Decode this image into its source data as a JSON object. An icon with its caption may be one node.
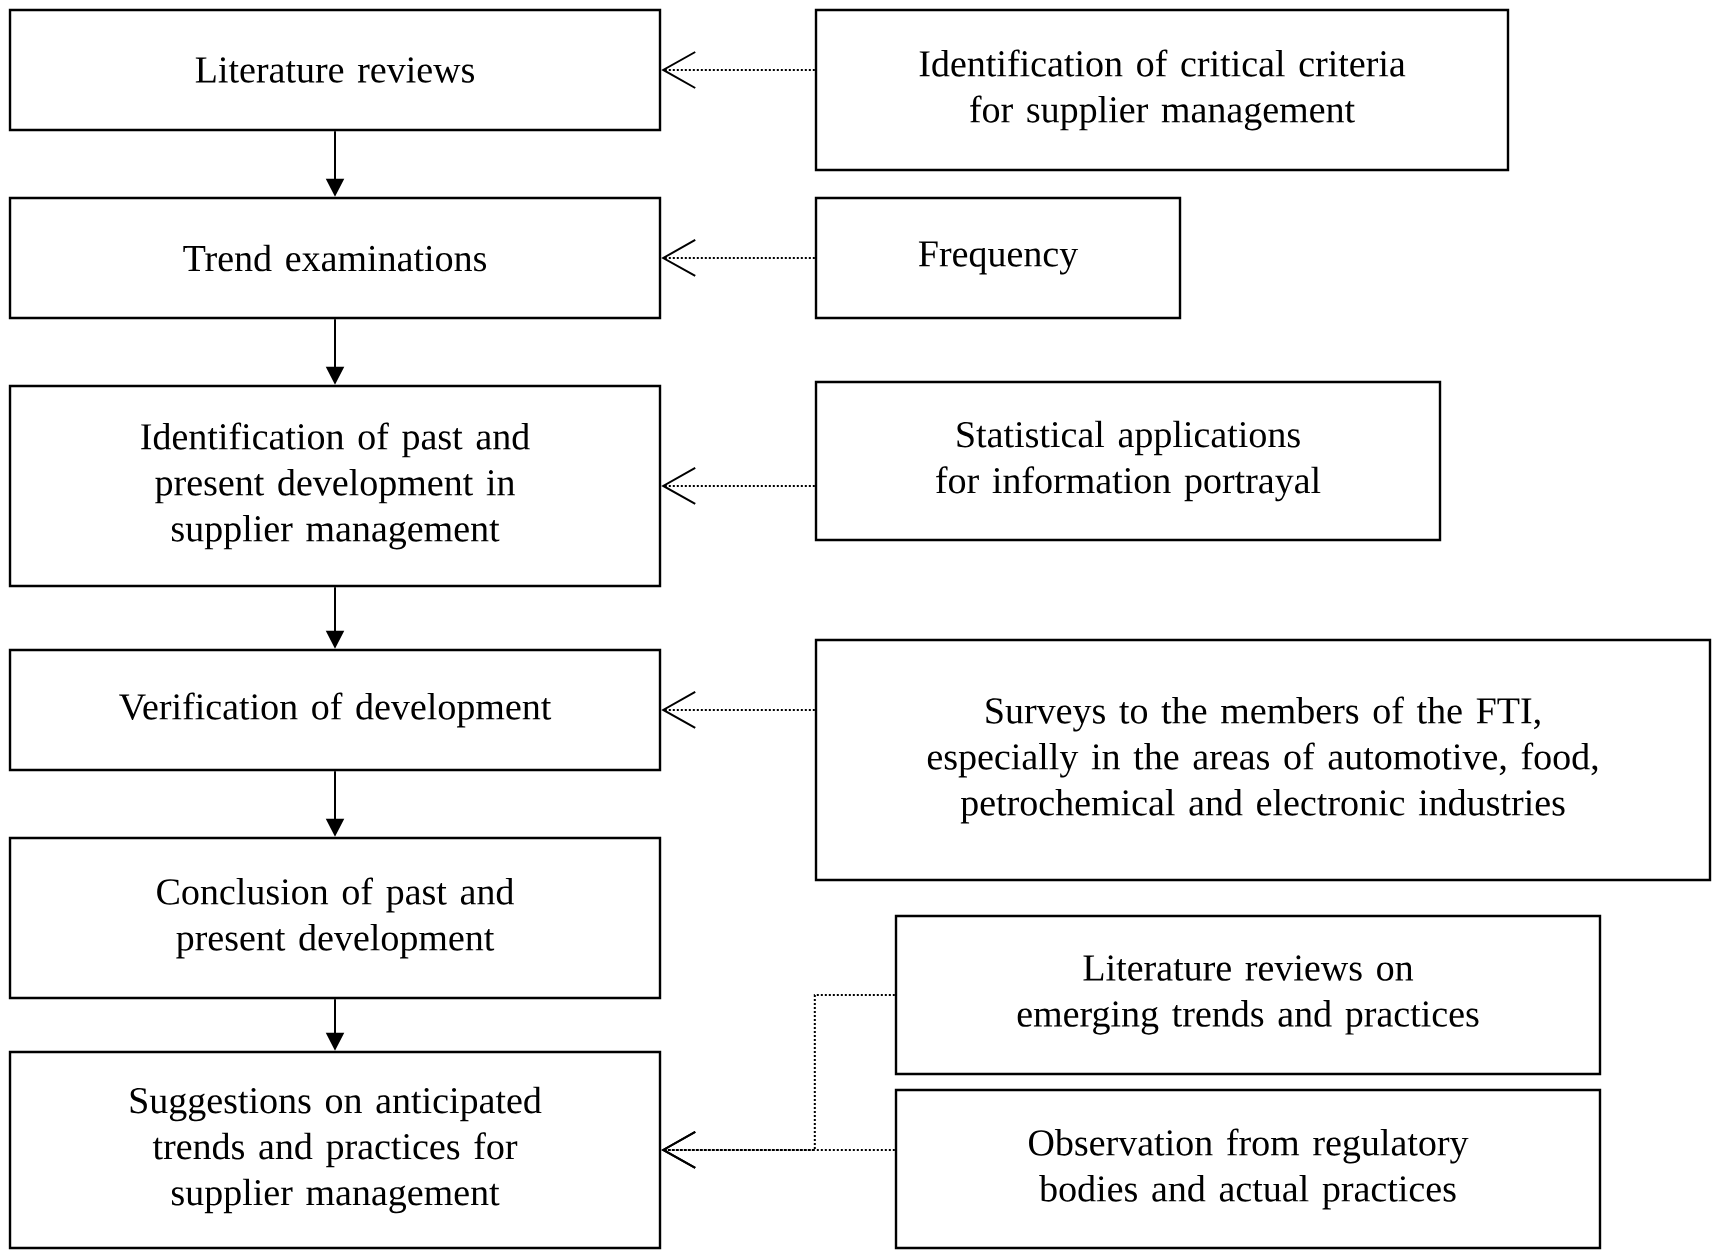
{
  "diagram": {
    "nodes": [
      {
        "text": [
          "Literature reviews"
        ]
      },
      {
        "text": [
          "Identification of critical criteria for supplier management"
        ]
      },
      {
        "text": [
          "Trend examinations"
        ]
      },
      {
        "text": [
          "Frequency"
        ]
      },
      {
        "text": [
          "Identification of past and present development in supplier management"
        ]
      },
      {
        "text": [
          "Statistical applications for information portrayal"
        ]
      },
      {
        "text": [
          "Verification of development"
        ]
      },
      {
        "text": [
          "Surveys to the members of the FTI, especially in the areas of automotive, food, petrochemical and electronic industries"
        ]
      },
      {
        "text": [
          "Conclusion of past and present development"
        ]
      },
      {
        "text": [
          "Suggestions on anticipated trends and practices for supplier management"
        ]
      },
      {
        "text": [
          "Literature reviews on emerging trends and practices"
        ]
      },
      {
        "text": [
          "Observation from regulatory bodies and actual practices"
        ]
      }
    ],
    "edges": [
      {
        "from": 0,
        "to": 2,
        "arrow": "to"
      },
      {
        "from": 2,
        "to": 4,
        "arrow": "to"
      },
      {
        "from": 4,
        "to": 6,
        "arrow": "to"
      },
      {
        "from": 6,
        "to": 8,
        "arrow": "to"
      },
      {
        "from": 8,
        "to": 9,
        "arrow": "to"
      },
      {
        "from": 1,
        "to": 0,
        "arrow": "to",
        "style": "dashed"
      },
      {
        "from": 3,
        "to": 2,
        "arrow": "to",
        "style": "dashed"
      },
      {
        "from": 5,
        "to": 4,
        "arrow": "to",
        "style": "dashed"
      },
      {
        "from": 7,
        "to": 6,
        "arrow": "to",
        "style": "dashed"
      },
      {
        "from": 10,
        "to": 9,
        "arrow": "to",
        "style": "dashed"
      },
      {
        "from": 11,
        "to": 9,
        "arrow": "to",
        "style": "dashed"
      }
    ]
  }
}
